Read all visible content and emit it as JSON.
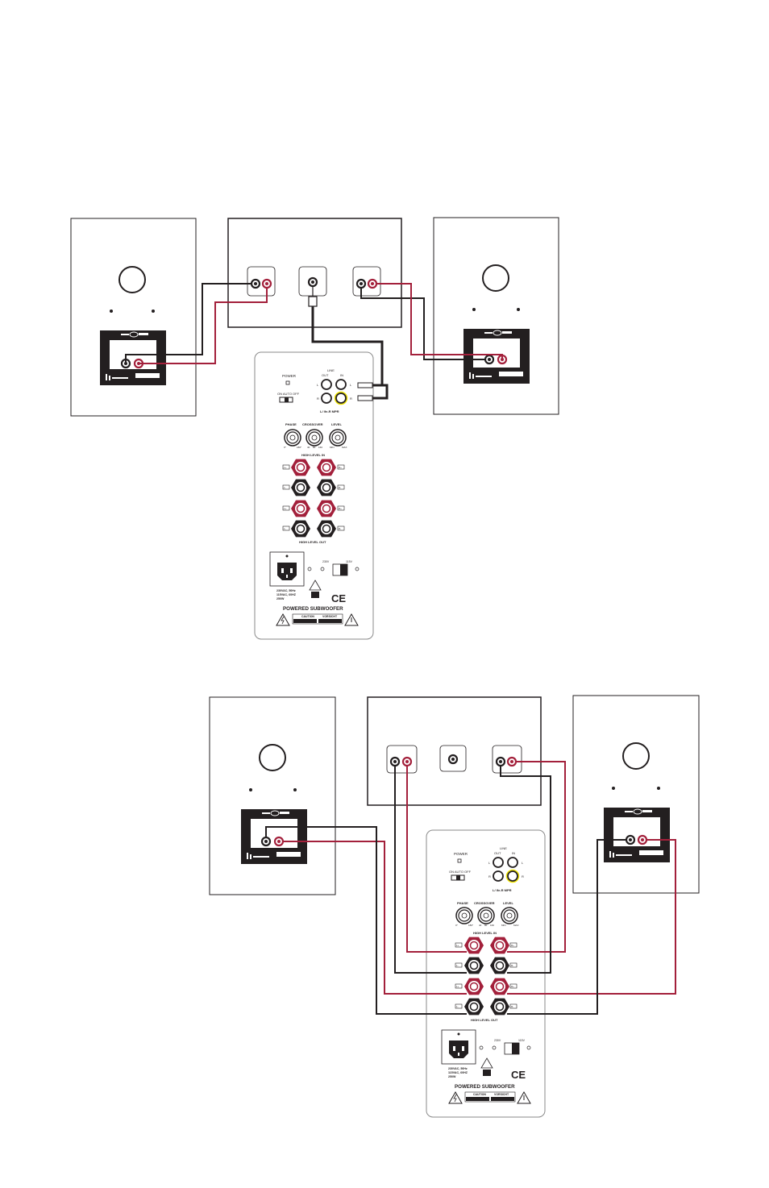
{
  "colors": {
    "wire_red": "#a3203b",
    "wire_black": "#231f20",
    "panel_outline": "#231f20",
    "sub_outline": "#8a8a8a",
    "highlight_yellow": "#f2e600"
  },
  "icons": [
    "speaker-tweeter-icon",
    "rca-jack-icon",
    "binding-post-icon",
    "power-inlet-icon",
    "warning-triangle-icon",
    "ce-mark-icon",
    "toggle-switch-icon"
  ],
  "subwoofer": {
    "power_label": "POWER",
    "power_modes": "ON AUTO OFF",
    "line_label": "LINE",
    "out_label": "OUT",
    "in_label": "IN",
    "l_label": "L",
    "r_label": "R",
    "lfe_label": "L/ lfe-R MPR",
    "phase_label": "PHASE",
    "crossover_label": "CROSSOVER",
    "level_label": "LEVEL",
    "phase_min": "0°",
    "phase_max": "180°",
    "xo_min": "40",
    "xo_mid": "80",
    "xo_max": "160",
    "level_min": "MIN",
    "level_max": "MAX",
    "high_level_in": "HIGH LEVEL IN",
    "high_level_out": "HIGH LEVEL OUT",
    "lplus": "L+",
    "lminus": "L-",
    "rplus": "R+",
    "rminus": "R-",
    "v230": "230V",
    "v115": "115V",
    "rating_line1": "230VAC, 50Hz",
    "rating_line2": "115VAC, 60HZ",
    "rating_line3": "250W",
    "ce": "CE",
    "title": "POWERED SUBWOOFER",
    "caution": "CAUTION",
    "vorsicht": "VORSICHT"
  }
}
